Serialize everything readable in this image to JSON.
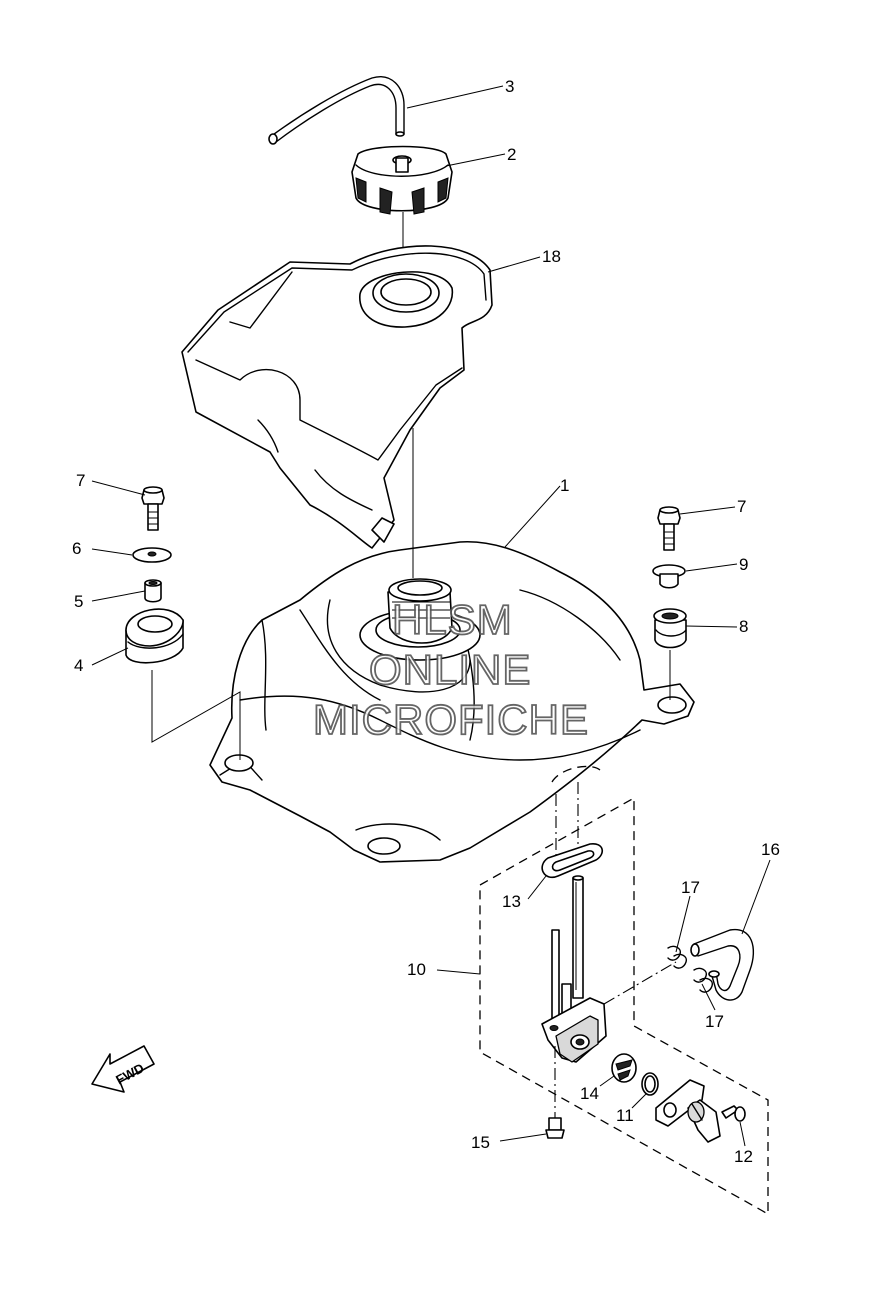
{
  "callouts": {
    "n1": "1",
    "n2": "2",
    "n3": "3",
    "n4": "4",
    "n5": "5",
    "n6": "6",
    "n7a": "7",
    "n7b": "7",
    "n8": "8",
    "n9": "9",
    "n10": "10",
    "n11": "11",
    "n12": "12",
    "n13": "13",
    "n14": "14",
    "n15": "15",
    "n16": "16",
    "n17a": "17",
    "n17b": "17",
    "n18": "18"
  },
  "direction_badge": "FWD",
  "watermark": {
    "line1": "HLSM",
    "line2": "ONLINE",
    "line3": "MICROFICHE"
  }
}
